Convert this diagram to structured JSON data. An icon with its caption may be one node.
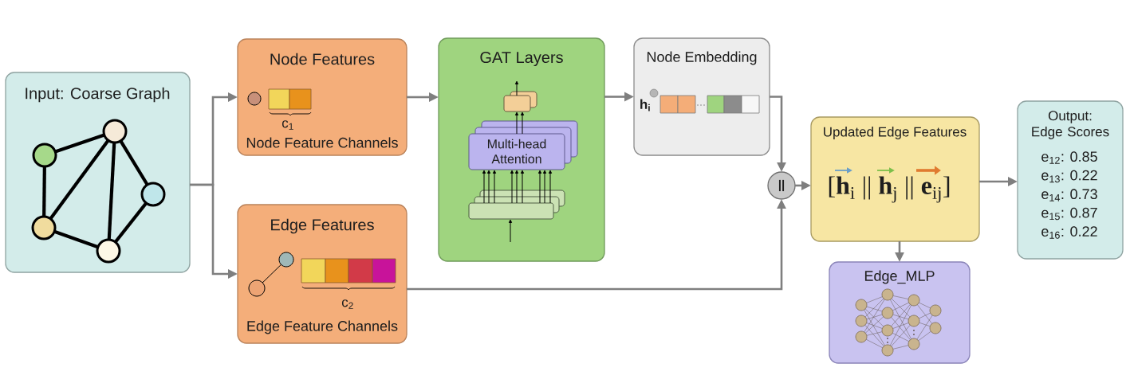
{
  "diagram": {
    "nodes": [
      {
        "text": [
          "Input: Coarse Graph"
        ]
      },
      {
        "text": [],
        "shape": "circle",
        "in": 0
      },
      {
        "text": [],
        "shape": "circle",
        "in": 0
      },
      {
        "text": [],
        "shape": "circle",
        "in": 0
      },
      {
        "text": [],
        "shape": "circle",
        "in": 0
      },
      {
        "text": [],
        "shape": "circle",
        "in": 0
      },
      {
        "text": [
          "Node Features",
          "c$_{1}$",
          "Node Feature Channels"
        ]
      },
      {
        "text": [
          "Edge Features",
          "c$_{2}$",
          "Edge Feature Channels"
        ]
      },
      {
        "text": [
          "GAT Layers"
        ]
      },
      {
        "text": [],
        "shape": "box",
        "in": 8
      },
      {
        "text": [
          "Multi-head Attention"
        ],
        "in": 8
      },
      {
        "text": [],
        "shape": "box",
        "in": 8
      },
      {
        "text": [
          "Node Embedding",
          "h$_{i}$"
        ]
      },
      {
        "text": [
          "||"
        ]
      },
      {
        "text": [
          "Updated Edge Features",
          "[**h**$_{i}$ || **h**$_{j}$ || **e**$_{ij}$]"
        ]
      },
      {
        "text": [
          "Edge_MLP"
        ]
      },
      {
        "text": [
          "Output: Edge Scores",
          "e$_{12}$: 0.85",
          "e$_{13}$: 0.22",
          "e$_{14}$: 0.73",
          "e$_{15}$: 0.87",
          "e$_{16}$: 0.22"
        ]
      }
    ],
    "edges": [
      {
        "from": 0,
        "to": 6,
        "arrow": "to",
        "color": "#7f7f7f"
      },
      {
        "from": 0,
        "to": 7,
        "arrow": "to",
        "color": "#7f7f7f"
      },
      {
        "from": 6,
        "to": 8,
        "arrow": "to",
        "color": "#7f7f7f"
      },
      {
        "from": 8,
        "to": 12,
        "arrow": "to",
        "color": "#7f7f7f"
      },
      {
        "from": 12,
        "to": 13,
        "arrow": "to",
        "color": "#7f7f7f"
      },
      {
        "from": 7,
        "to": 13,
        "arrow": "to",
        "color": "#7f7f7f"
      },
      {
        "from": 13,
        "to": 14,
        "arrow": "to",
        "color": "#7f7f7f"
      },
      {
        "from": 14,
        "to": 16,
        "arrow": "to",
        "color": "#7f7f7f"
      },
      {
        "from": 14,
        "to": 15,
        "arrow": "to",
        "color": "#7f7f7f"
      },
      {
        "from": 11,
        "to": 10,
        "arrow": "to"
      },
      {
        "from": 11,
        "to": 10,
        "arrow": "to"
      },
      {
        "from": 11,
        "to": 10,
        "arrow": "to"
      },
      {
        "from": 11,
        "to": 10,
        "arrow": "to"
      },
      {
        "from": 11,
        "to": 10,
        "arrow": "to"
      },
      {
        "from": 11,
        "to": 10,
        "arrow": "to"
      },
      {
        "from": 11,
        "to": 10,
        "arrow": "to"
      },
      {
        "from": 11,
        "to": 10,
        "arrow": "to"
      },
      {
        "from": 11,
        "to": 10,
        "arrow": "to"
      },
      {
        "from": 10,
        "to": 9,
        "arrow": "to"
      },
      {
        "from": 10,
        "to": 9,
        "arrow": "to"
      },
      {
        "from": 9,
        "to": null,
        "arrow": "to"
      },
      {
        "from": null,
        "to": 11,
        "arrow": "to"
      },
      {
        "from": 1,
        "to": 2,
        "arrow": "none"
      },
      {
        "from": 1,
        "to": 4,
        "arrow": "none"
      },
      {
        "from": 1,
        "to": 5,
        "arrow": "none"
      },
      {
        "from": 1,
        "to": 3,
        "arrow": "none"
      },
      {
        "from": 2,
        "to": 4,
        "arrow": "none"
      },
      {
        "from": 4,
        "to": 5,
        "arrow": "none"
      },
      {
        "from": 3,
        "to": 5,
        "arrow": "none"
      }
    ]
  }
}
